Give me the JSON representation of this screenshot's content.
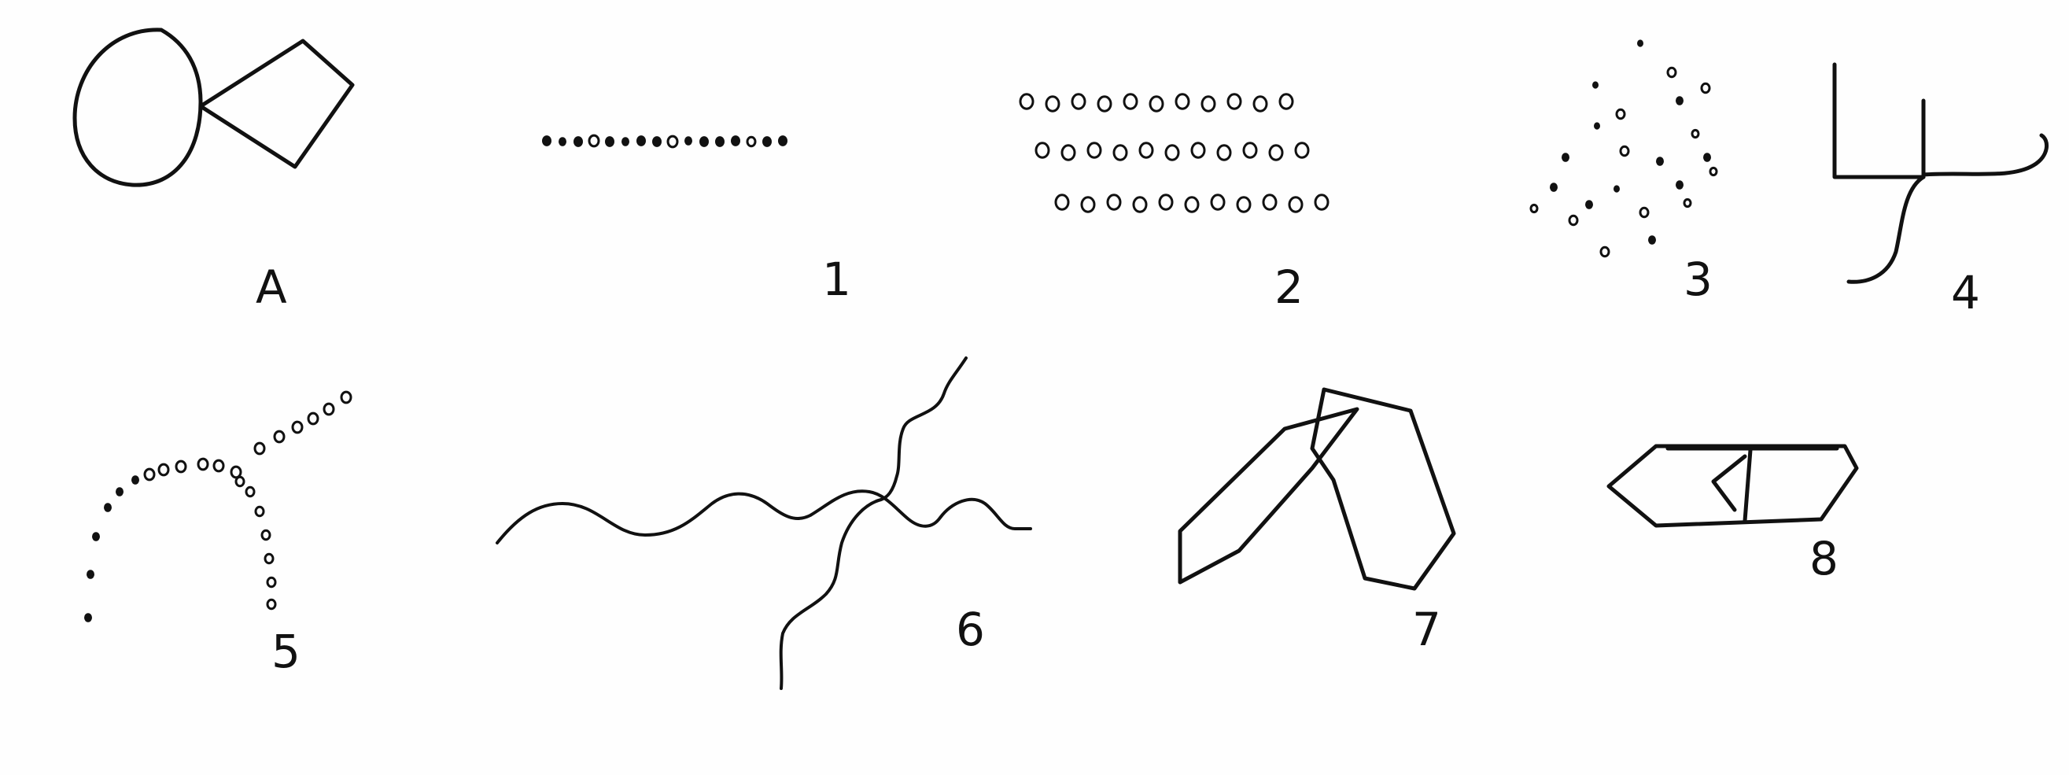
{
  "ink_color": "#111111",
  "paper_color": "#fefefe",
  "figures": [
    {
      "id": "A",
      "label": "A",
      "description": "circle-and-rhombus"
    },
    {
      "id": "1",
      "label": "1",
      "description": "single-row-of-dots"
    },
    {
      "id": "2",
      "label": "2",
      "description": "three-rows-of-small-circles"
    },
    {
      "id": "3",
      "label": "3",
      "description": "scattered-dots-diamond"
    },
    {
      "id": "4",
      "label": "4",
      "description": "cross-with-curved-arms"
    },
    {
      "id": "5",
      "label": "5",
      "description": "dotted-arcs"
    },
    {
      "id": "6",
      "label": "6",
      "description": "crossing-wavy-lines"
    },
    {
      "id": "7",
      "label": "7",
      "description": "two-overlapping-hexagons"
    },
    {
      "id": "8",
      "label": "8",
      "description": "hexagon-with-dividers"
    }
  ]
}
